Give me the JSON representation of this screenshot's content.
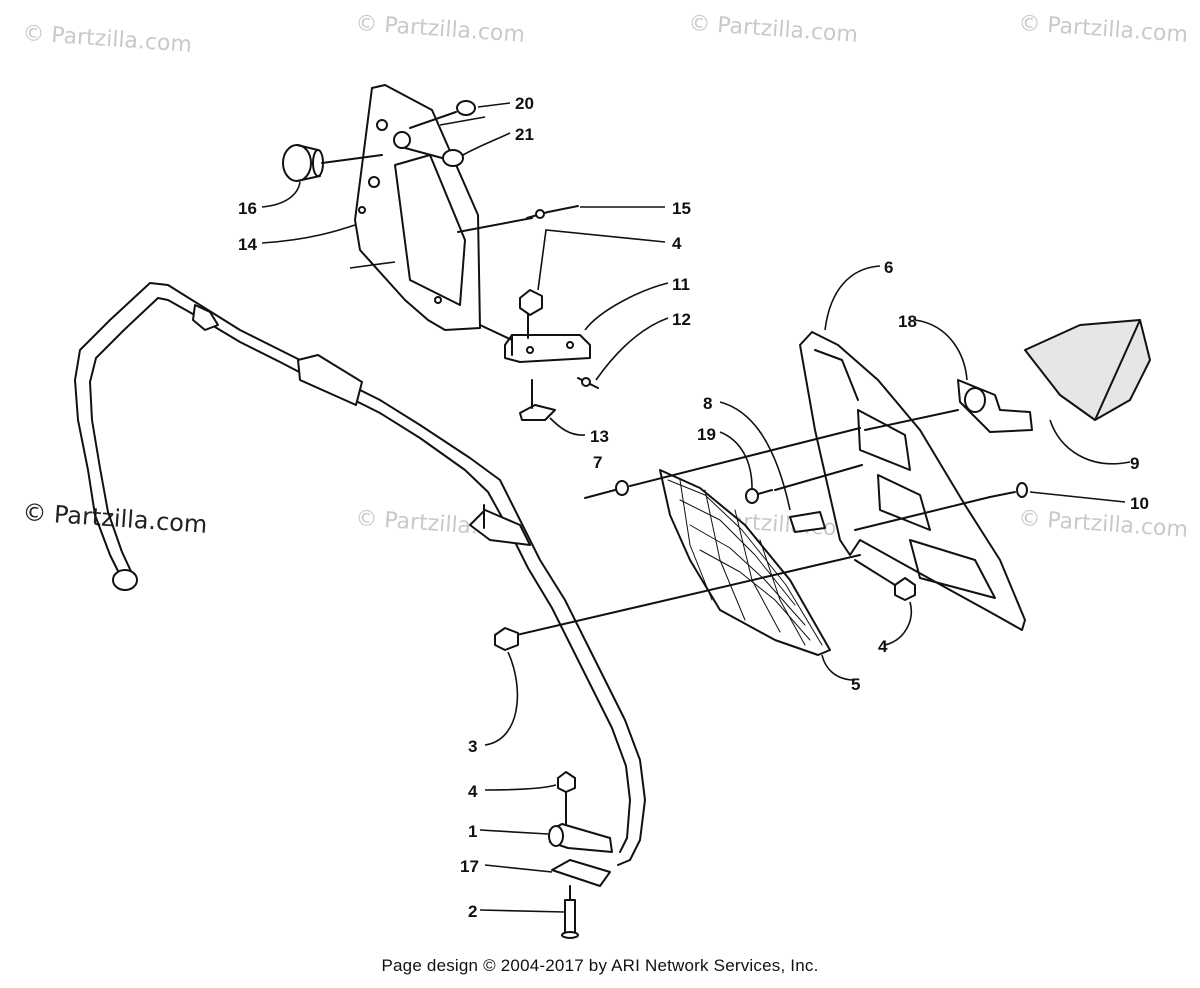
{
  "watermarks": {
    "text": "© Partzilla.com"
  },
  "callouts": [
    {
      "id": "c20",
      "label": "20"
    },
    {
      "id": "c21",
      "label": "21"
    },
    {
      "id": "c16",
      "label": "16"
    },
    {
      "id": "c15",
      "label": "15"
    },
    {
      "id": "c14",
      "label": "14"
    },
    {
      "id": "c4a",
      "label": "4"
    },
    {
      "id": "c11",
      "label": "11"
    },
    {
      "id": "c12",
      "label": "12"
    },
    {
      "id": "c13",
      "label": "13"
    },
    {
      "id": "c6",
      "label": "6"
    },
    {
      "id": "c18",
      "label": "18"
    },
    {
      "id": "c8",
      "label": "8"
    },
    {
      "id": "c19",
      "label": "19"
    },
    {
      "id": "c7",
      "label": "7"
    },
    {
      "id": "c9",
      "label": "9"
    },
    {
      "id": "c10",
      "label": "10"
    },
    {
      "id": "c4b",
      "label": "4"
    },
    {
      "id": "c5",
      "label": "5"
    },
    {
      "id": "c3",
      "label": "3"
    },
    {
      "id": "c4c",
      "label": "4"
    },
    {
      "id": "c1",
      "label": "1"
    },
    {
      "id": "c17",
      "label": "17"
    },
    {
      "id": "c2",
      "label": "2"
    }
  ],
  "footer": {
    "text": "Page design © 2004-2017 by ARI Network Services, Inc."
  },
  "colors": {
    "ink": "#111111",
    "watermark": "#c9c9c9",
    "background": "#ffffff"
  }
}
